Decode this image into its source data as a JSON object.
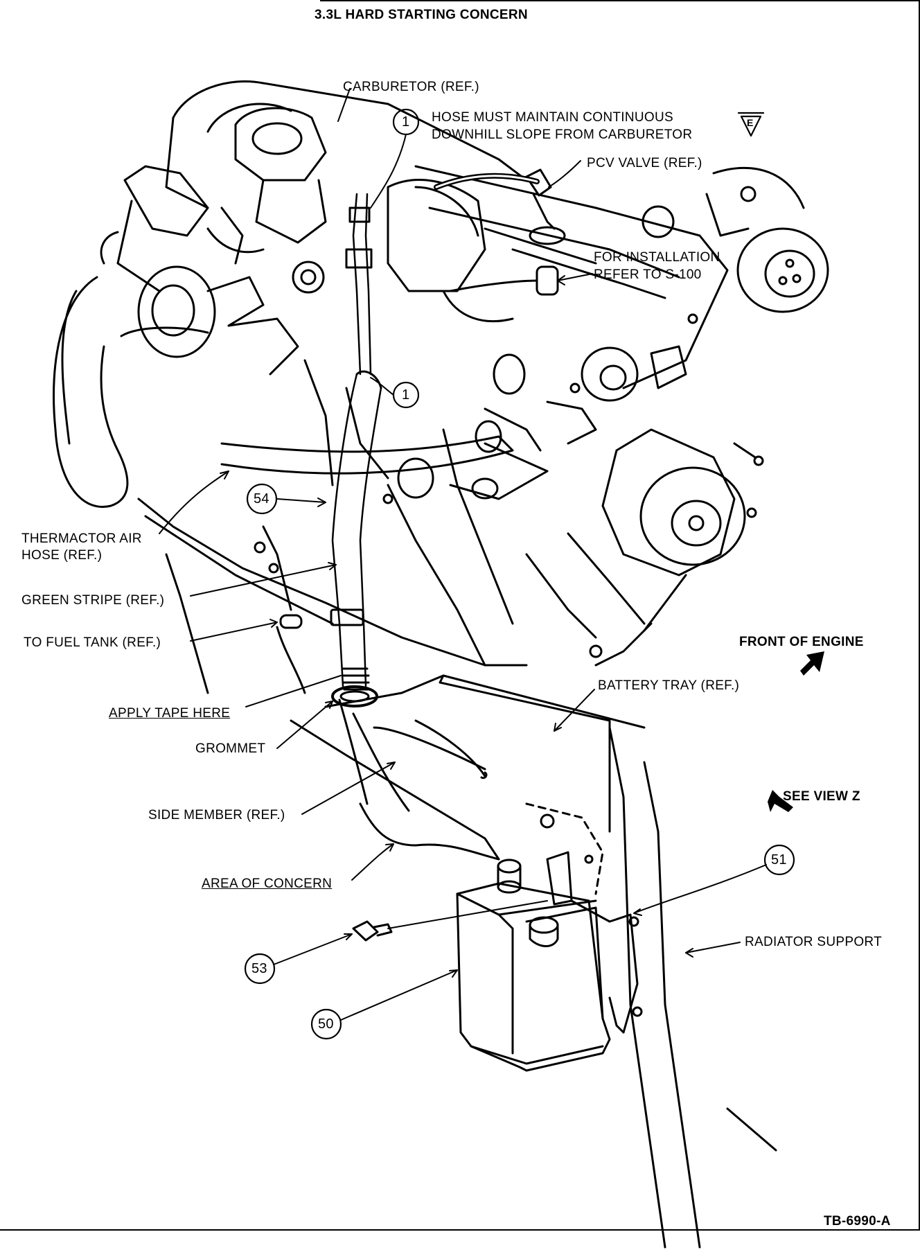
{
  "title": "3.3L HARD STARTING CONCERN",
  "figure_code": "TB-6990-A",
  "labels": {
    "carburetor": "CARBURETOR (REF.)",
    "hose_note_1": "HOSE MUST MAINTAIN CONTINUOUS",
    "hose_note_2": "DOWNHILL SLOPE FROM CARBURETOR",
    "pcv_valve": "PCV VALVE (REF.)",
    "installation_1": "FOR INSTALLATION",
    "installation_2": "REFER TO S-100",
    "thermactor_1": "THERMACTOR AIR",
    "thermactor_2": "HOSE (REF.)",
    "green_stripe": "GREEN STRIPE (REF.)",
    "to_fuel_tank": "TO FUEL TANK (REF.)",
    "front_of_engine": "FRONT OF ENGINE",
    "battery_tray": "BATTERY TRAY (REF.)",
    "apply_tape": "APPLY TAPE HERE",
    "grommet": "GROMMET",
    "side_member": "SIDE MEMBER (REF.)",
    "see_view_z": "SEE VIEW Z",
    "area_of_concern": "AREA OF CONCERN",
    "radiator_support": "RADIATOR SUPPORT"
  },
  "callouts": {
    "hose_top": "1",
    "hose_mid": "1",
    "hose_54": "54",
    "bracket_51": "51",
    "bolt_53": "53",
    "canister_50": "50"
  },
  "symbol_letter": "E"
}
